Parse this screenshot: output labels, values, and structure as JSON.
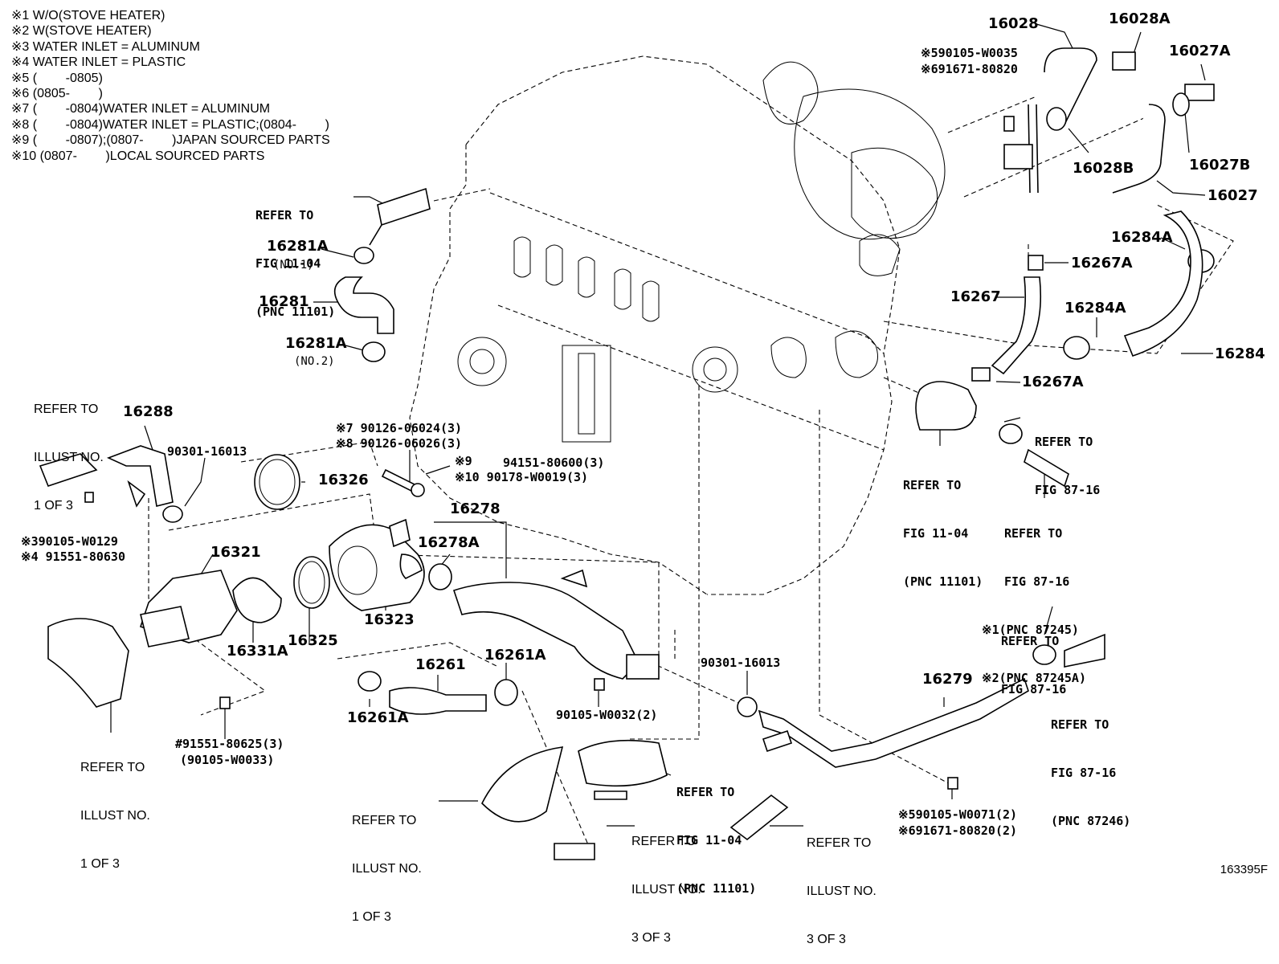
{
  "notes": [
    "※1 W/O(STOVE HEATER)",
    "※2 W(STOVE HEATER)",
    "※3 WATER INLET = ALUMINUM",
    "※4 WATER INLET = PLASTIC",
    "※5 (        -0805)",
    "※6 (0805-        )",
    "※7 (        -0804)WATER INLET = ALUMINUM",
    "※8 (        -0804)WATER INLET = PLASTIC;(0804-        )",
    "※9 (        -0807);(0807-        )JAPAN SOURCED PARTS",
    "※10 (0807-        )LOCAL SOURCED PARTS"
  ],
  "parts": {
    "p16028": "16028",
    "p16028A": "16028A",
    "p16027A": "16027A",
    "p16028B": "16028B",
    "p16027B": "16027B",
    "p16027": "16027",
    "p16284A_1": "16284A",
    "p16267A_1": "16267A",
    "p16267": "16267",
    "p16284A_2": "16284A",
    "p16284": "16284",
    "p16267A_2": "16267A",
    "p16281A_1": "16281A",
    "p16281A_1_sub": "(NO.1)",
    "p16281": "16281",
    "p16281A_2": "16281A",
    "p16281A_2_sub": "(NO.2)",
    "p16288": "16288",
    "p16326": "16326",
    "p16278": "16278",
    "p16278A": "16278A",
    "p16321": "16321",
    "p16323": "16323",
    "p16325": "16325",
    "p16331A": "16331A",
    "p16261": "16261",
    "p16261A_1": "16261A",
    "p16261A_2": "16261A",
    "p16279": "16279"
  },
  "codes": {
    "c_w0035": "※590105-W0035",
    "c_80820a": "※691671-80820",
    "c_90301a": "90301-16013",
    "c_06024": "※7 90126-06024(3)",
    "c_06026": "※8 90126-06026(3)",
    "c_9": "※9",
    "c_80600": "94151-80600(3)",
    "c_10": "※10 90178-W0019(3)",
    "c_w0129": "※390105-W0129",
    "c_80630": "※4 91551-80630",
    "c_80625": "#91551-80625(3)",
    "c_w0033": "(90105-W0033)",
    "c_w0032": "90105-W0032(2)",
    "c_90301b": "90301-16013",
    "c_w0071": "※590105-W0071(2)",
    "c_80820b": "※691671-80820(2)"
  },
  "refs": {
    "r_fig1104_top": [
      "REFER TO",
      "FIG 11-04",
      "(PNC 11101)"
    ],
    "r_illust_left": [
      "REFER TO",
      "ILLUST NO.",
      "1 OF 3"
    ],
    "r_fig1104_right": [
      "REFER TO",
      "FIG 11-04",
      "(PNC 11101)"
    ],
    "r_fig8716_a": [
      "REFER TO",
      "FIG 87-16"
    ],
    "r_fig8716_b": [
      "REFER TO",
      "FIG 87-16",
      "※1(PNC 87245)",
      "※2(PNC 87245A)"
    ],
    "r_fig8716_c": [
      "REFER TO",
      "FIG 87-16"
    ],
    "r_fig8716_d": [
      "REFER TO",
      "FIG 87-16",
      "(PNC 87246)"
    ],
    "r_illust_bl": [
      "REFER TO",
      "ILLUST NO.",
      "1 OF 3"
    ],
    "r_illust_bc": [
      "REFER TO",
      "ILLUST NO.",
      "1 OF 3"
    ],
    "r_illust_b2": [
      "REFER TO",
      "ILLUST NO.",
      "3 OF 3"
    ],
    "r_fig1104_bottom": [
      "REFER TO",
      "FIG 11-04",
      "(PNC 11101)"
    ],
    "r_illust_b3": [
      "REFER TO",
      "ILLUST NO.",
      "3 OF 3"
    ]
  },
  "figure_id": "163395F"
}
